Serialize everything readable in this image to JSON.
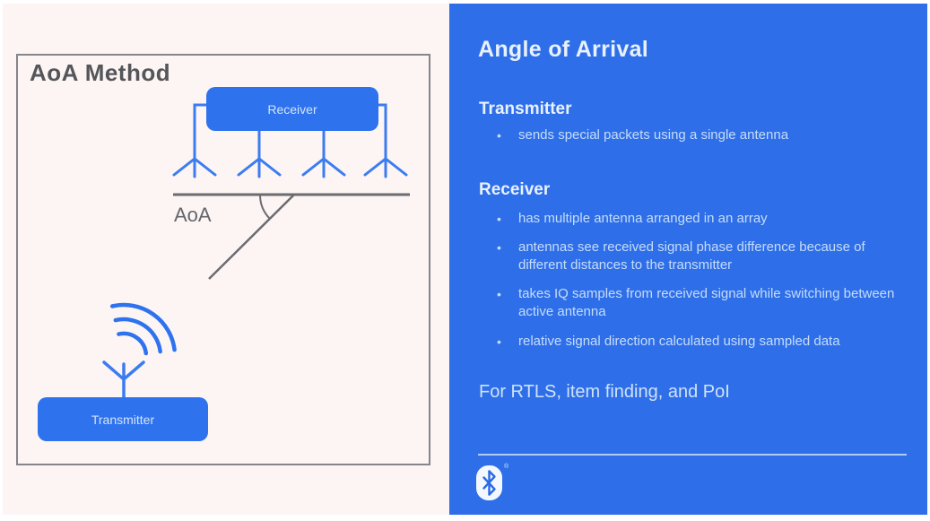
{
  "left_panel": {
    "title": "AoA Method",
    "receiver_label": "Receiver",
    "transmitter_label": "Transmitter",
    "aoa_label": "AoA",
    "antenna_count": 4
  },
  "right_panel": {
    "title": "Angle of Arrival",
    "sections": [
      {
        "heading": "Transmitter",
        "bullets": [
          "sends special packets using a single antenna"
        ]
      },
      {
        "heading": "Receiver",
        "bullets": [
          "has multiple antenna arranged in an array",
          "antennas see received signal phase difference because of different distances to the transmitter",
          "takes IQ samples from received signal while switching between active antenna",
          "relative signal direction calculated using sampled data"
        ]
      }
    ],
    "footer_note": "For RTLS, item finding, and PoI",
    "registered_mark": "®"
  },
  "colors": {
    "panel_blue": "#2e6fe9",
    "node_blue": "#2e72ee",
    "antenna_blue": "#3b7cf0",
    "left_background": "#fcf5f4",
    "line_gray": "#6b6b70",
    "dark_text": "#55565a",
    "light_text": "#e9f1fd"
  }
}
